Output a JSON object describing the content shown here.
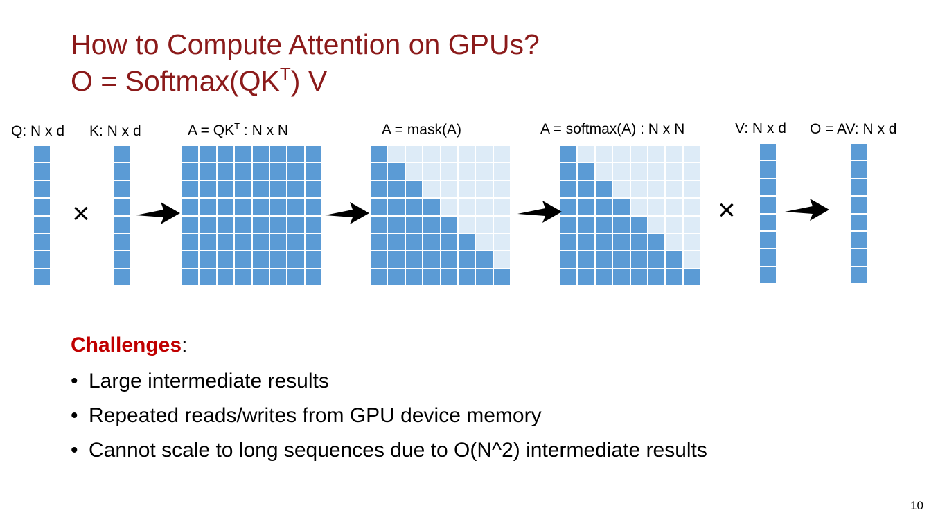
{
  "title": {
    "line1": "How to Compute Attention on GPUs?",
    "line2_prefix": "O = Softmax(QK",
    "line2_sup": "T",
    "line2_suffix": ") V"
  },
  "labels": {
    "q": "Q: N x d",
    "k": "K: N x d",
    "a_prefix": "A = QK",
    "a_sup": "T",
    "a_suffix": " : N x N",
    "mask": "A = mask(A)",
    "softmax": "A = softmax(A) : N x N",
    "v": "V: N x d",
    "o": "O = AV: N x d"
  },
  "operators": {
    "multiply": "×"
  },
  "challenges": {
    "heading": "Challenges",
    "colon": ":",
    "bullet": "•",
    "items": [
      "Large intermediate results",
      "Repeated reads/writes from GPU device memory",
      "Cannot scale to long sequences due to O(N^2) intermediate results"
    ]
  },
  "page_number": "10",
  "colors": {
    "title": "#8B1A1A",
    "heading": "#C00000",
    "cell_filled": "#5B9BD5",
    "cell_light": "#DDEBF7"
  },
  "matrix_sizes": {
    "N": 8
  }
}
